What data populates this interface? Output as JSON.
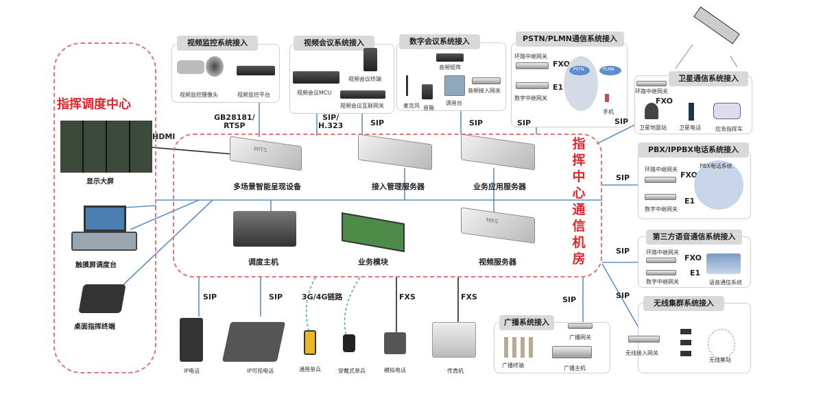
{
  "left_center": {
    "title": "指挥调度中心",
    "display": "显示大屏",
    "touch_console": "触摸屏调度台",
    "desk_terminal": "桌面指挥终端",
    "hdmi": "HDMI"
  },
  "machine_room": {
    "title": "指挥中心通信机房",
    "devices": [
      "多场景智能呈现设备",
      "接入管理服务器",
      "业务应用服务器",
      "调度主机",
      "业务模块",
      "视频服务器"
    ],
    "mits": "MITS",
    "mrs": "MRS"
  },
  "video_surveillance": {
    "title": "视频监控系统接入",
    "camera": "视频监控摄像头",
    "platform": "视频监控平台",
    "protocol": "GB28181/\nRTSP"
  },
  "video_conf": {
    "title": "视频会议系统接入",
    "mcu": "视频会议MCU",
    "terminal": "视频会议终端",
    "gateway": "视频会议互联网关",
    "protocol1": "SIP/\nH.323",
    "protocol2": "SIP"
  },
  "digital_conf": {
    "title": "数字会议系统接入",
    "matrix": "音频矩阵",
    "mic": "麦克风",
    "speaker": "音箱",
    "mixer": "调音台",
    "gateway": "音频接入网关",
    "protocol": "SIP"
  },
  "pstn": {
    "title": "PSTN/PLMN通信系统接入",
    "analog_gw": "环路中继网关",
    "digital_gw": "数字中继网关",
    "fxo": "FXO",
    "e1": "E1",
    "pstn": "PSTN",
    "plmn": "PLMN",
    "phone": "手机",
    "protocol": "SIP"
  },
  "satellite": {
    "title": "卫星通信系统接入",
    "analog_gw": "环路中继网关",
    "fxo": "FXO",
    "station": "卫星地面站",
    "phone": "卫星电话",
    "vehicle": "应急指挥车",
    "protocol": "SIP"
  },
  "pbx": {
    "title": "PBX/IPPBX电话系统接入",
    "analog_gw": "环路中继网关",
    "digital_gw": "数字中继网关",
    "fxo": "FXO",
    "e1": "E1",
    "system": "PBX电话系统",
    "protocol": "SIP"
  },
  "third_party": {
    "title": "第三方语音通信系统接入",
    "analog_gw": "环路中继网关",
    "digital_gw": "数字中继网关",
    "fxo": "FXO",
    "e1": "E1",
    "system": "语音通信系统",
    "protocol": "SIP"
  },
  "trunking": {
    "title": "无线集群系统接入",
    "gateway": "无线接入网关",
    "base": "无线基站",
    "protocol": "SIP"
  },
  "broadcast": {
    "title": "广播系统接入",
    "gateway": "广播网关",
    "terminal": "广播终端",
    "host": "广播主机",
    "protocol": "SIP"
  },
  "terminals": {
    "items": [
      "IP电话",
      "IP可视电话",
      "通用单兵",
      "穿戴式单兵",
      "模拟电话",
      "传真机"
    ],
    "protocols": [
      "SIP",
      "SIP",
      "3G/4G链路",
      "FXS",
      "FXS"
    ]
  }
}
